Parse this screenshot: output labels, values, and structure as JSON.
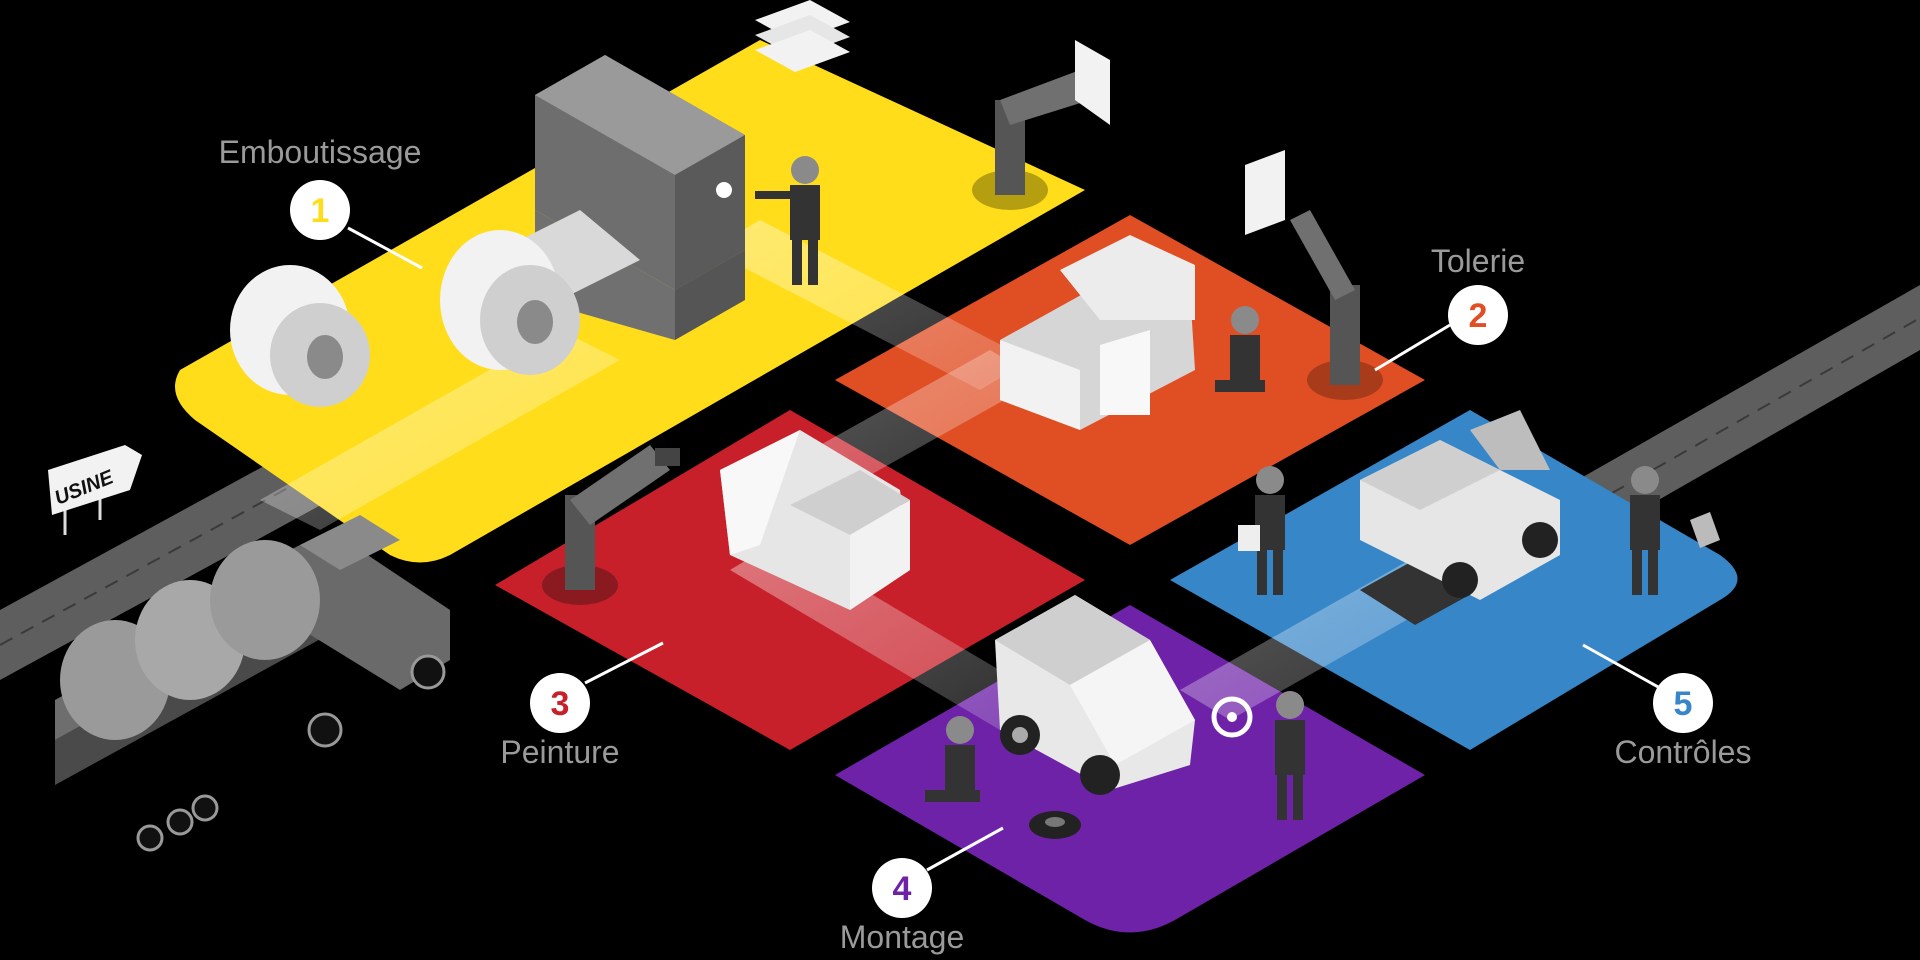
{
  "sign": {
    "text": "USINE"
  },
  "steps": [
    {
      "number": "1",
      "label": "Emboutissage",
      "color": "#FFDD1A"
    },
    {
      "number": "2",
      "label": "Tolerie",
      "color": "#E04E24"
    },
    {
      "number": "3",
      "label": "Peinture",
      "color": "#C8202A"
    },
    {
      "number": "4",
      "label": "Montage",
      "color": "#6E22A8"
    },
    {
      "number": "5",
      "label": "Contrôles",
      "color": "#3786C8"
    }
  ],
  "palette": {
    "background": "#000000",
    "road": "#5a5a5a",
    "machine": "#8c8c8c",
    "vehicle": "#f2f2f2"
  }
}
